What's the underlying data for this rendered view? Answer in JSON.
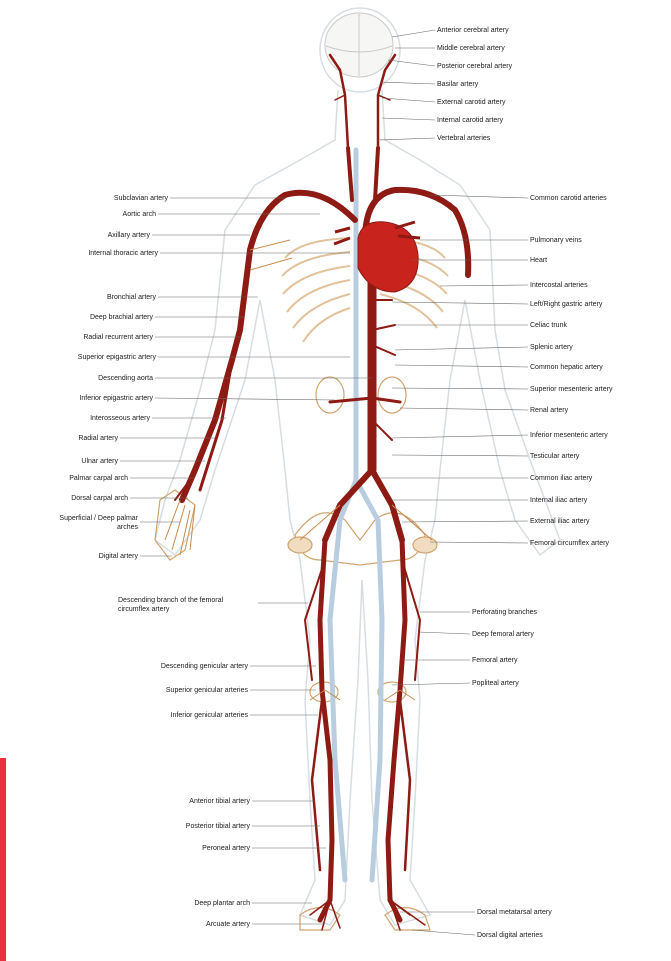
{
  "colors": {
    "artery": "#8e1a14",
    "artery_light": "#b0341f",
    "heart": "#c8231c",
    "vein": "#b8cde0",
    "body_outline": "#d8dde2",
    "bone": "#e9c9a0",
    "bone_stroke": "#cfa46f",
    "leader": "#666666",
    "side_bar": "#e8333f"
  },
  "labels": {
    "right": [
      "Anterior cerebral artery",
      "Middle cerebral artery",
      "Posterior cerebral artery",
      "Basilar artery",
      "External carotid artery",
      "Internal carotid artery",
      "Vertebral arteries",
      "Common carotid arteries",
      "Pulmonary veins",
      "Heart",
      "Intercostal arteries",
      "Left/Right gastric artery",
      "Celiac trunk",
      "Splenic artery",
      "Common hepatic artery",
      "Superior mesenteric artery",
      "Renal artery",
      "Inferior mesenteric artery",
      "Testicular artery",
      "Common iliac artery",
      "Internal iliac artery",
      "External iliac artery",
      "Femoral circumflex artery",
      "Perforating branches",
      "Deep femoral artery",
      "Femoral artery",
      "Popliteal artery",
      "Dorsal metatarsal artery",
      "Dorsal digital arteries"
    ],
    "left": [
      "Subclavian artery",
      "Aortic arch",
      "Axillary artery",
      "Internal thoracic artery",
      "Bronchial artery",
      "Deep brachial artery",
      "Radial recurrent artery",
      "Superior epigastric artery",
      "Descending aorta",
      "Inferior epigastric artery",
      "Interosseous artery",
      "Radial artery",
      "Ulnar artery",
      "Palmar carpal arch",
      "Dorsal carpal arch",
      "Superficial / Deep palmar arches",
      "Digital artery",
      "Descending branch of the femoral circumflex artery",
      "Descending genicular artery",
      "Superior genicular arteries",
      "Inferior genicular arteries",
      "Anterior tibial artery",
      "Posterior tibial artery",
      "Peroneal artery",
      "Deep plantar arch",
      "Arcuate artery"
    ]
  }
}
